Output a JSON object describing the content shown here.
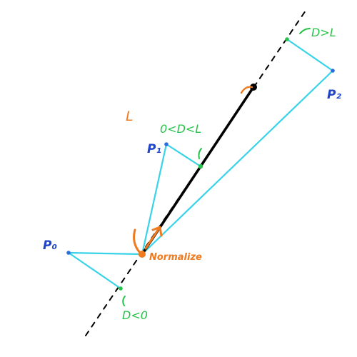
{
  "colors": {
    "cyan": "#38d3e8",
    "black": "#000000",
    "green": "#27c24a",
    "orange": "#f07a1e",
    "blue": "#1f44c8",
    "point_blue": "#2a6ee0"
  },
  "labels": {
    "L": "L",
    "p0": "P₀",
    "p1": "P₁",
    "p2": "P₂",
    "d_less_0": "D<0",
    "d_between": "0<D<L",
    "d_greater_L": "D>L",
    "normalize": "Normalize"
  }
}
